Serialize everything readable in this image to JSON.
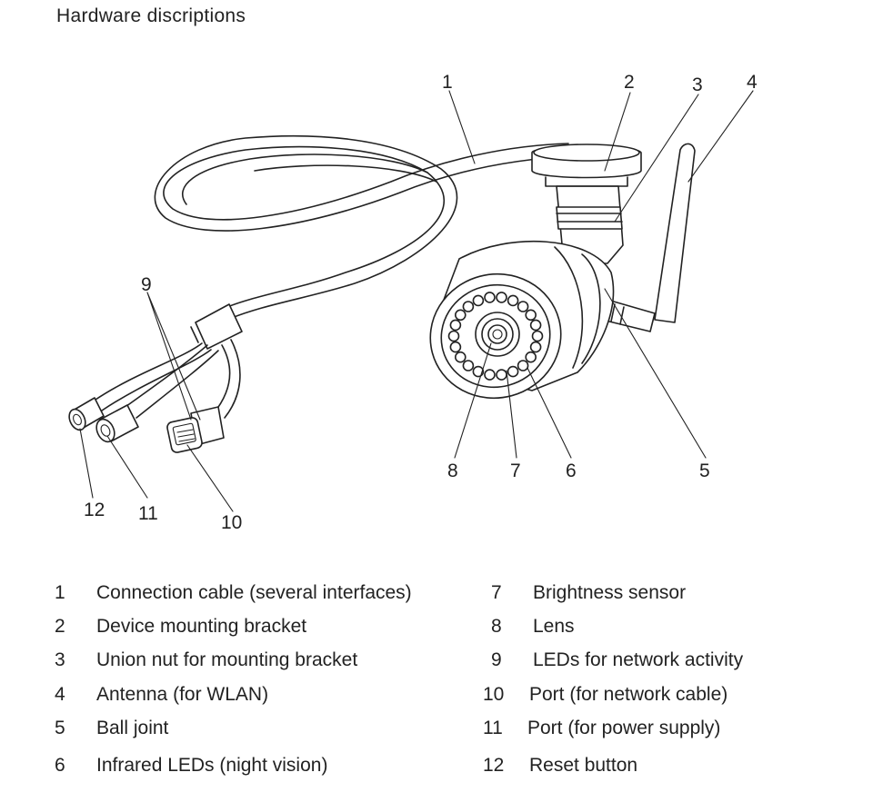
{
  "title": "Hardware discriptions",
  "callouts": {
    "c1": "1",
    "c2": "2",
    "c3": "3",
    "c4": "4",
    "c5": "5",
    "c6": "6",
    "c7": "7",
    "c8": "8",
    "c9": "9",
    "c10": "10",
    "c11": "11",
    "c12": "12"
  },
  "legend": [
    {
      "num": "1",
      "text": "Connection cable (several interfaces)"
    },
    {
      "num": "2",
      "text": "Device mounting bracket"
    },
    {
      "num": "3",
      "text": "Union nut for mounting bracket"
    },
    {
      "num": "4",
      "text": "Antenna (for WLAN)"
    },
    {
      "num": "5",
      "text": "Ball joint"
    },
    {
      "num": "6",
      "text": "Infrared LEDs (night vision)"
    },
    {
      "num": "7",
      "text": "Brightness sensor"
    },
    {
      "num": "8",
      "text": "Lens"
    },
    {
      "num": "9",
      "text": "LEDs for network activity"
    },
    {
      "num": "10",
      "text": "Port (for network cable)"
    },
    {
      "num": "11",
      "text": "Port (for power supply)"
    },
    {
      "num": "12",
      "text": "Reset button"
    }
  ]
}
